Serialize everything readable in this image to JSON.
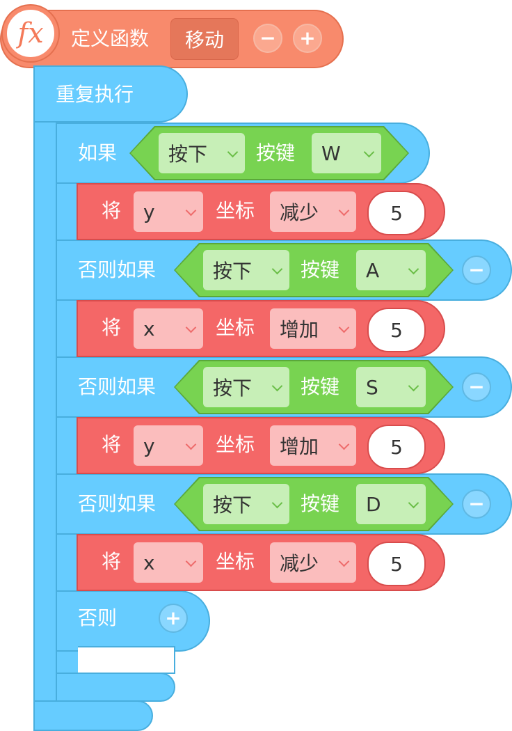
{
  "define": {
    "icon": "fx",
    "label": "定义函数",
    "function_name": "移动",
    "minus": "−",
    "plus": "+"
  },
  "repeat": {
    "label": "重复执行"
  },
  "conditions": [
    {
      "label": "如果",
      "action": "按下",
      "key_label": "按键",
      "key": "W"
    },
    {
      "label": "否则如果",
      "action": "按下",
      "key_label": "按键",
      "key": "A",
      "remove": "−"
    },
    {
      "label": "否则如果",
      "action": "按下",
      "key_label": "按键",
      "key": "S",
      "remove": "−"
    },
    {
      "label": "否则如果",
      "action": "按下",
      "key_label": "按键",
      "key": "D",
      "remove": "−"
    }
  ],
  "actions": [
    {
      "prefix": "将",
      "axis": "y",
      "coord_label": "坐标",
      "op": "减少",
      "value": "5"
    },
    {
      "prefix": "将",
      "axis": "x",
      "coord_label": "坐标",
      "op": "增加",
      "value": "5"
    },
    {
      "prefix": "将",
      "axis": "y",
      "coord_label": "坐标",
      "op": "增加",
      "value": "5"
    },
    {
      "prefix": "将",
      "axis": "x",
      "coord_label": "坐标",
      "op": "减少",
      "value": "5"
    }
  ],
  "else": {
    "label": "否则",
    "add": "+"
  },
  "colors": {
    "define": "#f88a6c",
    "control": "#66ccff",
    "condition": "#78d351",
    "motion": "#f46767"
  }
}
